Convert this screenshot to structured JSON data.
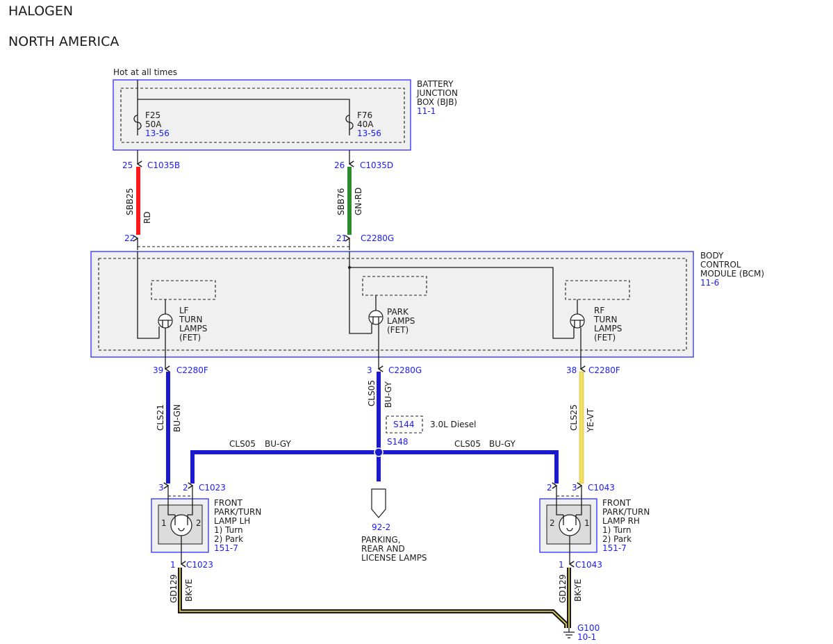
{
  "header": {
    "title": "HALOGEN",
    "subtitle": "NORTH AMERICA"
  },
  "supply": {
    "label": "Hot at all times"
  },
  "bjb": {
    "name_lines": [
      "BATTERY",
      "JUNCTION",
      "BOX (BJB)"
    ],
    "ref": "11-1",
    "fuses": [
      {
        "id": "F25",
        "rating": "50A",
        "ref": "13-56"
      },
      {
        "id": "F76",
        "rating": "40A",
        "ref": "13-56"
      }
    ]
  },
  "bcm": {
    "name_lines": [
      "BODY",
      "CONTROL",
      "MODULE (BCM)"
    ],
    "ref": "11-6",
    "fets": [
      {
        "lines": [
          "LF",
          "TURN",
          "LAMPS",
          "(FET)"
        ]
      },
      {
        "lines": [
          "PARK",
          "LAMPS",
          "(FET)"
        ]
      },
      {
        "lines": [
          "RF",
          "TURN",
          "LAMPS",
          "(FET)"
        ]
      }
    ]
  },
  "colors": {
    "red": "#ff1a1a",
    "green": "#2e8b2e",
    "blue": "#1a1acc",
    "yellow": "#f0e060",
    "ground": "#1a1a1a",
    "ref_blue": "#1a1aff",
    "box_fill": "#f0f0f0"
  },
  "connectors": {
    "bjb_pin1": {
      "pin": "25",
      "name": "C1035B"
    },
    "bjb_pin2": {
      "pin": "26",
      "name": "C1035D"
    },
    "bcm_in1": {
      "pin": "22"
    },
    "bcm_in2": {
      "pin": "21",
      "name": "C2280G"
    },
    "bcm_out_lf": {
      "pin": "39",
      "name": "C2280F"
    },
    "bcm_out_park": {
      "pin": "3",
      "name": "C2280G"
    },
    "bcm_out_rf": {
      "pin": "38",
      "name": "C2280F"
    },
    "lh_pin3": {
      "pin": "3"
    },
    "lh_pin2": {
      "pin": "2",
      "name": "C1023"
    },
    "lh_gnd": {
      "pin": "1",
      "name": "C1023"
    },
    "rh_pin2": {
      "pin": "2"
    },
    "rh_pin3": {
      "pin": "3",
      "name": "C1043"
    },
    "rh_gnd": {
      "pin": "1",
      "name": "C1043"
    }
  },
  "wires": {
    "sbb25": {
      "circuit": "SBB25",
      "color": "RD"
    },
    "sbb76": {
      "circuit": "SBB76",
      "color": "GN-RD"
    },
    "cls21": {
      "circuit": "CLS21",
      "color": "BU-GN"
    },
    "cls05_vert": {
      "circuit": "CLS05",
      "color": "BU-GY"
    },
    "cls25": {
      "circuit": "CLS25",
      "color": "YE-VT"
    },
    "cls05_left": {
      "circuit": "CLS05",
      "color": "BU-GY"
    },
    "cls05_right": {
      "circuit": "CLS05",
      "color": "BU-GY"
    },
    "gd129_left": {
      "circuit": "GD129",
      "color": "BK-YE"
    },
    "gd129_right": {
      "circuit": "GD129",
      "color": "BK-YE"
    }
  },
  "splices": {
    "s144": {
      "name": "S144",
      "note": "3.0L Diesel"
    },
    "s148": {
      "name": "S148"
    }
  },
  "lamp_lh": {
    "name_lines": [
      "FRONT",
      "PARK/TURN",
      "LAMP LH",
      "1) Turn",
      "2) Park"
    ],
    "ref": "151-7",
    "pin_left": "1",
    "pin_right": "2"
  },
  "lamp_rh": {
    "name_lines": [
      "FRONT",
      "PARK/TURN",
      "LAMP RH",
      "1) Turn",
      "2) Park"
    ],
    "ref": "151-7",
    "pin_left": "2",
    "pin_right": "1"
  },
  "offpage": {
    "ref": "92-2",
    "lines": [
      "PARKING,",
      "REAR AND",
      "LICENSE LAMPS"
    ]
  },
  "ground": {
    "name": "G100",
    "ref": "10-1"
  }
}
